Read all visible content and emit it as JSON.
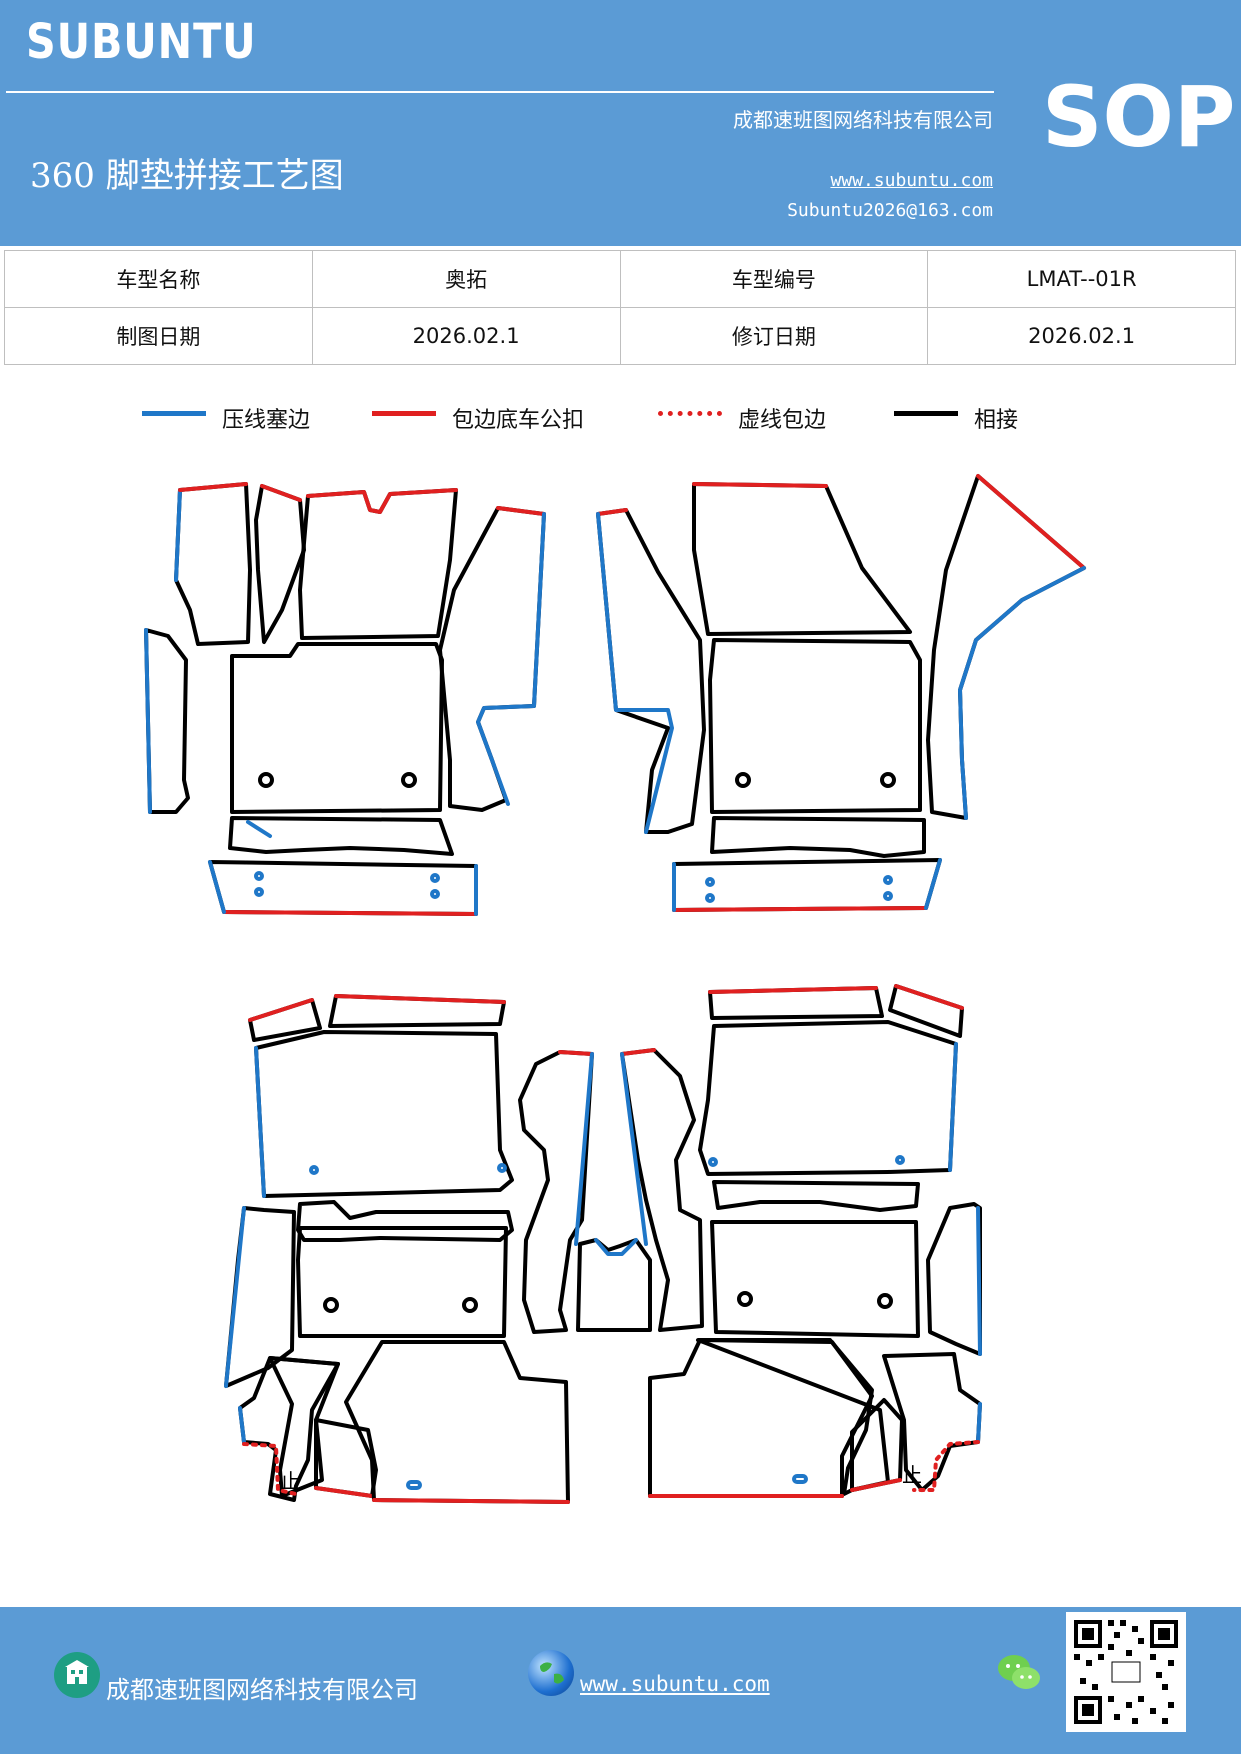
{
  "header": {
    "brand": "SUBUNTU",
    "doc_type": "SOP",
    "title": "360 脚垫拼接工艺图",
    "company": "成都速班图网络科技有限公司",
    "website": "www.subuntu.com",
    "email": "Subuntu2026@163.com"
  },
  "info": {
    "model_name_label": "车型名称",
    "model_name_value": "奥拓",
    "model_code_label": "车型编号",
    "model_code_value": "LMAT--01R",
    "draw_date_label": "制图日期",
    "draw_date_value": "2026.02.1",
    "revise_date_label": "修订日期",
    "revise_date_value": "2026.02.1"
  },
  "legend": [
    {
      "label": "压线塞边",
      "color": "#1f77c8",
      "style": "solid"
    },
    {
      "label": "包边底车公扣",
      "color": "#e02020",
      "style": "solid"
    },
    {
      "label": "虚线包边",
      "color": "#e02020",
      "style": "dotted"
    },
    {
      "label": "相接",
      "color": "#000000",
      "style": "solid"
    }
  ],
  "diagram": {
    "stop_mark": "止",
    "colors": {
      "press": "#1f77c8",
      "wrap": "#e02020",
      "join": "#000000"
    }
  },
  "footer": {
    "company": "成都速班图网络科技有限公司",
    "website": "www.subuntu.com"
  },
  "icons": [
    "building-icon",
    "globe-icon",
    "wechat-icon",
    "qr-code"
  ]
}
